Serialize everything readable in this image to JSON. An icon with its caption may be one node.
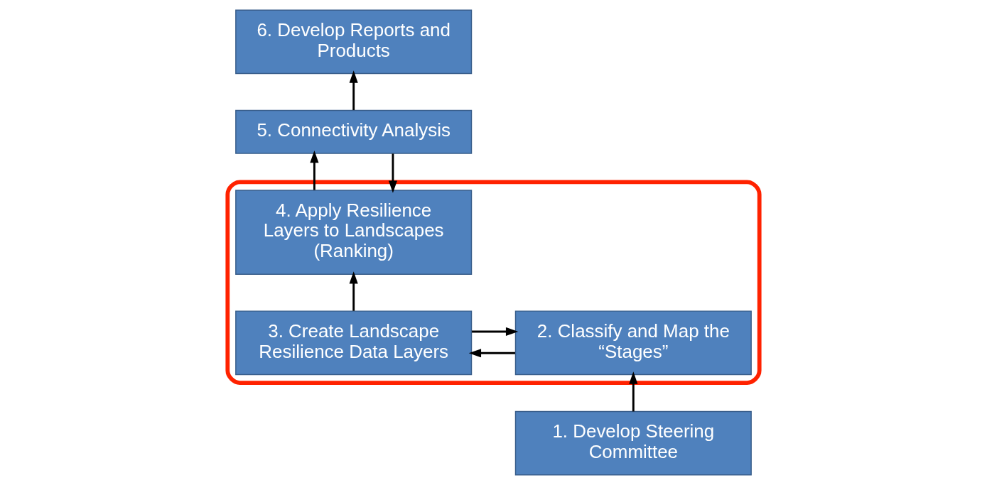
{
  "diagram": {
    "nodes": [
      {
        "text": [],
        "shape": "box"
      },
      {
        "text": [
          "4. Apply Resilience Layers to Landscapes (Ranking)"
        ],
        "in": 0
      },
      {
        "text": [
          "5. Connectivity Analysis"
        ]
      },
      {
        "text": [
          "6. Develop Reports and Products"
        ]
      },
      {
        "text": [
          "2. Classify and Map the “Stages”"
        ],
        "in": 0
      },
      {
        "text": [
          "3. Create Landscape Resilience Data Layers"
        ],
        "in": 0
      },
      {
        "text": [
          "1. Develop Steering Committee"
        ]
      }
    ],
    "edges": [
      {
        "from": 6,
        "to": 4,
        "arrow": "to"
      },
      {
        "from": 4,
        "to": 5,
        "arrow": "to"
      },
      {
        "from": 5,
        "to": 4,
        "arrow": "to"
      },
      {
        "from": 5,
        "to": 1,
        "arrow": "to"
      },
      {
        "from": 2,
        "to": 1,
        "arrow": "to"
      },
      {
        "from": 1,
        "to": 2,
        "arrow": "to"
      },
      {
        "from": 2,
        "to": 3,
        "arrow": "to"
      }
    ]
  }
}
